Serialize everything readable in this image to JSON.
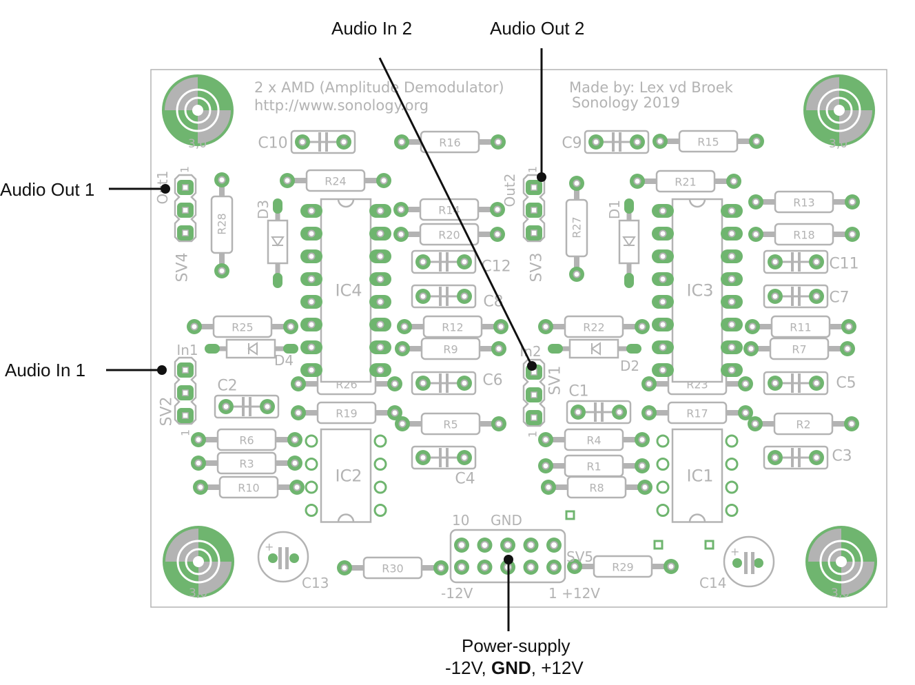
{
  "board": {
    "title_line1": "2 x AMD (Amplitude Demodulator)",
    "title_line2": "http://www.sonology.org",
    "maker_line1": "Made by: Lex vd Broek",
    "maker_line2": "Sonology 2019",
    "hole_label": "3,0"
  },
  "callouts": {
    "audio_in_2": "Audio In 2",
    "audio_out_2": "Audio Out 2",
    "audio_out_1": "Audio Out 1",
    "audio_in_1": "Audio In 1",
    "power_line1": "Power-supply",
    "power_neg": "-12V, ",
    "power_gnd": "GND",
    "power_pos": ", +12V"
  },
  "components": {
    "resistors": [
      "R16",
      "R15",
      "R24",
      "R21",
      "R13",
      "R14",
      "R18",
      "R20",
      "R25",
      "R12",
      "R22",
      "R11",
      "R9",
      "R7",
      "R26",
      "R23",
      "R19",
      "R17",
      "R5",
      "R2",
      "R6",
      "R4",
      "R3",
      "R1",
      "R10",
      "R8",
      "R30",
      "R29",
      "R28",
      "R27"
    ],
    "capacitors": [
      "C10",
      "C9",
      "C12",
      "C11",
      "C8",
      "C7",
      "C6",
      "C5",
      "C2",
      "C1",
      "C4",
      "C3",
      "C13",
      "C14"
    ],
    "ics": [
      "IC4",
      "IC3",
      "IC2",
      "IC1"
    ],
    "diodes": [
      "D3",
      "D1",
      "D4",
      "D2"
    ],
    "headers": [
      "SV4",
      "SV3",
      "SV2",
      "SV1",
      "SV5"
    ],
    "header_labels": [
      "Out1",
      "Out2",
      "In1",
      "In2"
    ],
    "pin_one": "1",
    "power_labels": {
      "ten": "10",
      "gnd": "GND",
      "neg": "-12V",
      "pos": "1 +12V"
    }
  },
  "colors": {
    "pad": "#6fb56f",
    "silk": "#b3b3b3",
    "annotation": "#111111"
  }
}
